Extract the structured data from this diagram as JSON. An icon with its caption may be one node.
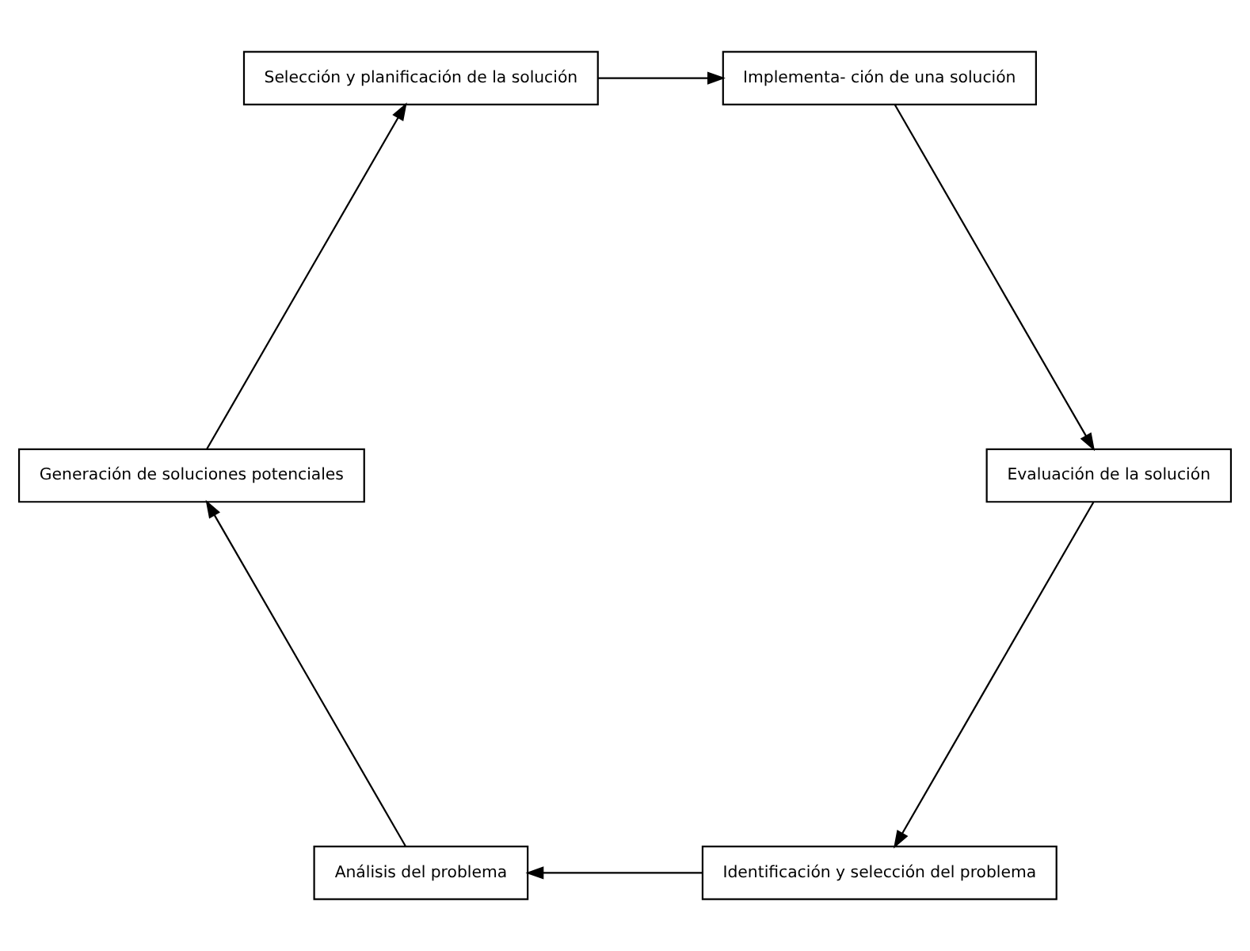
{
  "diagram": {
    "nodes": [
      {
        "text": [
          "Identificación y selección del problema"
        ]
      },
      {
        "text": [
          "Análisis del problema"
        ]
      },
      {
        "text": [
          "Generación de soluciones potenciales"
        ]
      },
      {
        "text": [
          "Selección y planificación de la solución"
        ]
      },
      {
        "text": [
          "Implementa- ción de una solución"
        ]
      },
      {
        "text": [
          "Evaluación de la solución"
        ]
      }
    ],
    "edges": [
      {
        "from": 0,
        "to": 1,
        "arrow": "to"
      },
      {
        "from": 1,
        "to": 2,
        "arrow": "to"
      },
      {
        "from": 2,
        "to": 3,
        "arrow": "to"
      },
      {
        "from": 3,
        "to": 4,
        "arrow": "to"
      },
      {
        "from": 4,
        "to": 5,
        "arrow": "to"
      },
      {
        "from": 5,
        "to": 0,
        "arrow": "to"
      }
    ]
  }
}
